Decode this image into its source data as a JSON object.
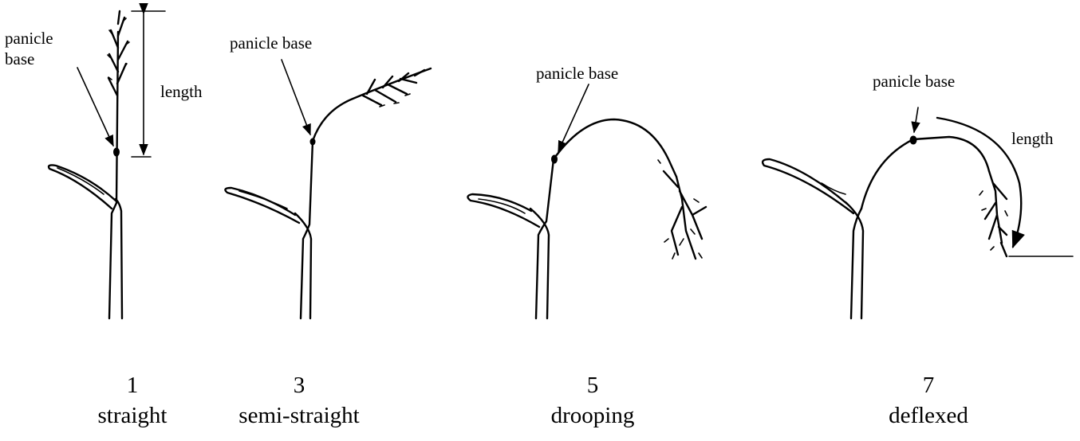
{
  "panels": [
    {
      "score": "1",
      "name": "straight",
      "labels": [
        "panicle",
        "base"
      ],
      "length_label": "length"
    },
    {
      "score": "3",
      "name": "semi-straight",
      "labels": [
        "panicle base"
      ]
    },
    {
      "score": "5",
      "name": "drooping",
      "labels": [
        "panicle base"
      ]
    },
    {
      "score": "7",
      "name": "deflexed",
      "labels": [
        "panicle base"
      ],
      "length_label": "length"
    }
  ]
}
